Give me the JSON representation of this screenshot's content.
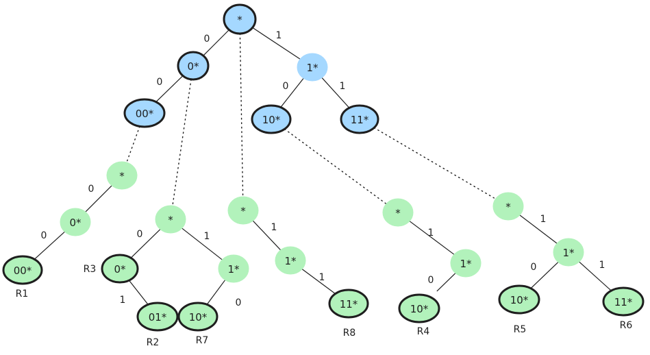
{
  "colors": {
    "blue_fill": "#a5d8ff",
    "green_fill": "#b2f2bb",
    "stroke": "#1e1e1e",
    "background": "#ffffff"
  },
  "nodes": [
    {
      "id": "t_root",
      "label": "*",
      "fill": "blue",
      "bold": true
    },
    {
      "id": "t_0",
      "label": "0*",
      "fill": "blue",
      "bold": true
    },
    {
      "id": "t_00",
      "label": "00*",
      "fill": "blue",
      "bold": true
    },
    {
      "id": "t_1",
      "label": "1*",
      "fill": "blue",
      "bold": false
    },
    {
      "id": "t_10",
      "label": "10*",
      "fill": "blue",
      "bold": true
    },
    {
      "id": "t_11",
      "label": "11*",
      "fill": "blue",
      "bold": true
    },
    {
      "id": "a_root",
      "label": "*",
      "fill": "green",
      "bold": false
    },
    {
      "id": "a_0",
      "label": "0*",
      "fill": "green",
      "bold": false
    },
    {
      "id": "a_00",
      "label": "00*",
      "fill": "green",
      "bold": true
    },
    {
      "id": "b_root",
      "label": "*",
      "fill": "green",
      "bold": false
    },
    {
      "id": "b_0",
      "label": "0*",
      "fill": "green",
      "bold": true
    },
    {
      "id": "b_01",
      "label": "01*",
      "fill": "green",
      "bold": true
    },
    {
      "id": "b_1",
      "label": "1*",
      "fill": "green",
      "bold": false
    },
    {
      "id": "b_10",
      "label": "10*",
      "fill": "green",
      "bold": true
    },
    {
      "id": "c_root",
      "label": "*",
      "fill": "green",
      "bold": false
    },
    {
      "id": "c_1",
      "label": "1*",
      "fill": "green",
      "bold": false
    },
    {
      "id": "c_11",
      "label": "11*",
      "fill": "green",
      "bold": true
    },
    {
      "id": "d_root",
      "label": "*",
      "fill": "green",
      "bold": false
    },
    {
      "id": "d_1",
      "label": "1*",
      "fill": "green",
      "bold": false
    },
    {
      "id": "d_10",
      "label": "10*",
      "fill": "green",
      "bold": true
    },
    {
      "id": "e_root",
      "label": "*",
      "fill": "green",
      "bold": false
    },
    {
      "id": "e_1",
      "label": "1*",
      "fill": "green",
      "bold": false
    },
    {
      "id": "e_10",
      "label": "10*",
      "fill": "green",
      "bold": true
    },
    {
      "id": "e_11",
      "label": "11*",
      "fill": "green",
      "bold": true
    }
  ],
  "edges": [
    {
      "from": "t_root",
      "to": "t_0",
      "label": "0"
    },
    {
      "from": "t_root",
      "to": "t_1",
      "label": "1"
    },
    {
      "from": "t_0",
      "to": "t_00",
      "label": "0"
    },
    {
      "from": "t_1",
      "to": "t_10",
      "label": "0"
    },
    {
      "from": "t_1",
      "to": "t_11",
      "label": "1"
    },
    {
      "from": "a_root",
      "to": "a_0",
      "label": "0"
    },
    {
      "from": "a_0",
      "to": "a_00",
      "label": "0"
    },
    {
      "from": "b_root",
      "to": "b_0",
      "label": "0"
    },
    {
      "from": "b_root",
      "to": "b_1",
      "label": "1"
    },
    {
      "from": "b_0",
      "to": "b_01",
      "label": "1"
    },
    {
      "from": "b_1",
      "to": "b_10",
      "label": "0"
    },
    {
      "from": "c_root",
      "to": "c_1",
      "label": "1"
    },
    {
      "from": "c_1",
      "to": "c_11",
      "label": "1"
    },
    {
      "from": "d_root",
      "to": "d_1",
      "label": "1"
    },
    {
      "from": "d_1",
      "to": "d_10",
      "label": "0"
    },
    {
      "from": "e_root",
      "to": "e_1",
      "label": "1"
    },
    {
      "from": "e_1",
      "to": "e_10",
      "label": "0"
    },
    {
      "from": "e_1",
      "to": "e_11",
      "label": "1"
    }
  ],
  "links": [
    {
      "from": "t_00",
      "to": "a_root"
    },
    {
      "from": "t_0",
      "to": "b_root"
    },
    {
      "from": "t_root",
      "to": "c_root"
    },
    {
      "from": "t_10",
      "to": "d_root"
    },
    {
      "from": "t_11",
      "to": "e_root"
    }
  ],
  "rules": [
    {
      "node": "a_00",
      "label": "R1"
    },
    {
      "node": "b_01",
      "label": "R2"
    },
    {
      "node": "b_0",
      "label": "R3"
    },
    {
      "node": "d_10",
      "label": "R4"
    },
    {
      "node": "e_10",
      "label": "R5"
    },
    {
      "node": "e_11",
      "label": "R6"
    },
    {
      "node": "b_10",
      "label": "R7"
    },
    {
      "node": "c_11",
      "label": "R8"
    }
  ]
}
